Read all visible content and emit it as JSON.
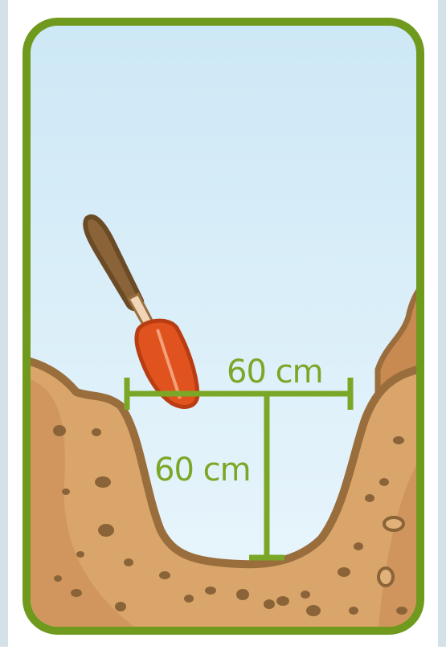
{
  "colors": {
    "frame_green": "#6f9a1e",
    "dimension_green": "#7ba726",
    "sky_top": "#cfe9f7",
    "sky_bottom": "#e6f4fb",
    "soil_light": "#d9a56b",
    "soil_dark": "#c98a52",
    "soil_outline": "#9a6e3c",
    "pebble": "#8a6438",
    "trowel_blade": "#e0531f",
    "trowel_handle": "#8a6438",
    "page_edge": "#d5e1e8"
  },
  "icons": {
    "trowel": "garden-trowel-icon",
    "hole": "planting-hole"
  },
  "dimensions": {
    "width_label": "60 cm",
    "depth_label": "60 cm"
  }
}
